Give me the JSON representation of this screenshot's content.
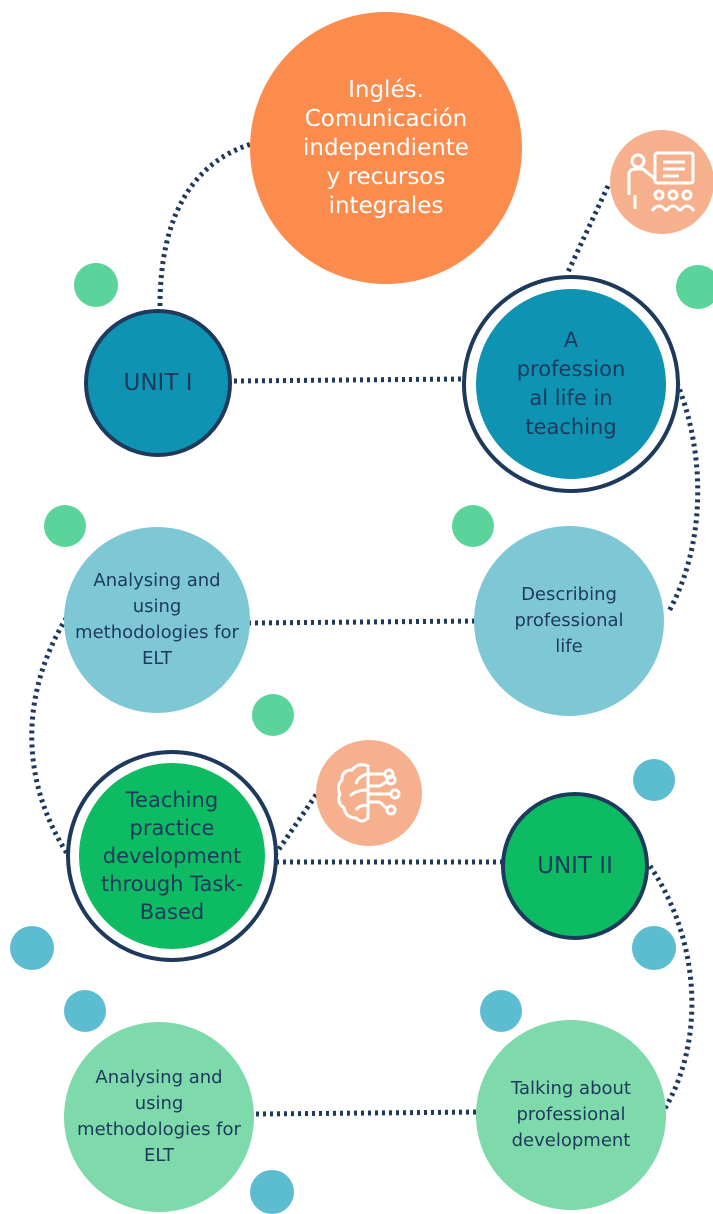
{
  "title": "Inglés. Comunicación independiente y recursos integrales",
  "nodes": {
    "unit1": "UNIT I",
    "professional_life": "A profession al life in teaching",
    "describing": "Describing professional life",
    "methodologies_1": "Analysing and using methodologies for ELT",
    "teaching_practice": "Teaching practice development through Task- Based",
    "unit2": "UNIT II",
    "methodologies_2": "Analysing and using methodologies for ELT",
    "talking": "Talking about professional development"
  },
  "icons": {
    "teacher": "teacher-presentation-icon",
    "brain": "brain-circuit-icon"
  },
  "colors": {
    "orange": "#fb8c4d",
    "teal_dark": "#0e93b2",
    "teal_light": "#7ec8d6",
    "green": "#0dbb62",
    "green_light": "#7ed9ab",
    "mint_dot": "#5bd49c",
    "blue_dot": "#5cbdd0",
    "peach": "#f6b08e",
    "navy": "#1d3a5c"
  }
}
